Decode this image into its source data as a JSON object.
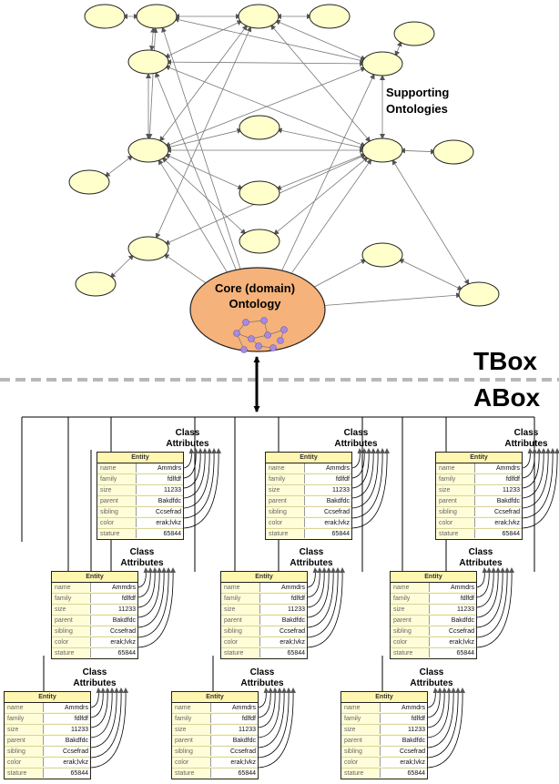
{
  "core_ontology": {
    "line1": "Core (domain)",
    "line2": "Ontology"
  },
  "supporting_label": {
    "line1": "Supporting",
    "line2": "Ontologies"
  },
  "tbox_label": "TBox",
  "abox_label": "ABox",
  "class_attributes": {
    "line1": "Class",
    "line2": "Attributes"
  },
  "entity_card": {
    "title": "Entity",
    "rows": [
      {
        "label": "name",
        "value": "Ammdrs"
      },
      {
        "label": "family",
        "value": "fdlfdf"
      },
      {
        "label": "size",
        "value": "11233"
      },
      {
        "label": "parent",
        "value": "Bakdfdc"
      },
      {
        "label": "sibling",
        "value": "Ccsefrad"
      },
      {
        "label": "color",
        "value": "erak;lvkz"
      },
      {
        "label": "stature",
        "value": "65844"
      }
    ]
  },
  "colors": {
    "node_fill": "#ffffcc",
    "core_fill": "#f5b27a",
    "dot_fill": "#a78be0",
    "dash": "#b8b8b8",
    "card_fill": "#fffdd8"
  }
}
